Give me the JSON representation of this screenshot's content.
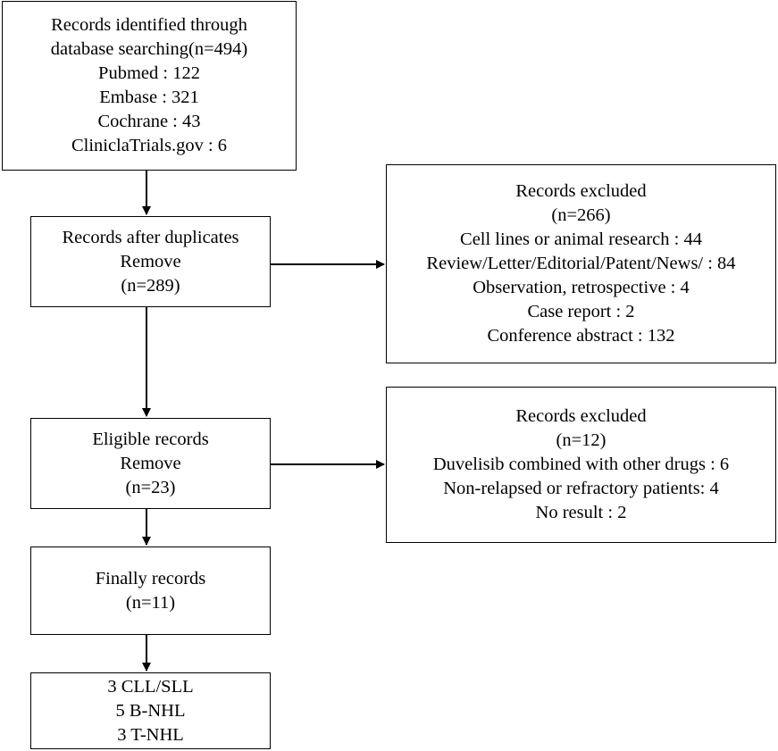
{
  "boxes": {
    "identified": {
      "lines": [
        "Records identified through",
        "database searching(n=494)",
        "Pubmed : 122",
        "Embase : 321",
        "Cochrane : 43",
        "CliniclaTrials.gov : 6"
      ]
    },
    "after_duplicates": {
      "lines": [
        "Records after duplicates",
        "Remove",
        "(n=289)"
      ]
    },
    "excluded_first": {
      "lines": [
        "Records excluded",
        "(n=266)",
        "Cell lines or animal research : 44",
        "Review/Letter/Editorial/Patent/News/ : 84",
        "Observation, retrospective : 4",
        "Case report : 2",
        "Conference abstract : 132"
      ]
    },
    "eligible": {
      "lines": [
        "Eligible records",
        "Remove",
        "(n=23)"
      ]
    },
    "excluded_second": {
      "lines": [
        "Records excluded",
        "(n=12)",
        "Duvelisib combined with other drugs : 6",
        "Non-relapsed or refractory patients: 4",
        "No result : 2"
      ]
    },
    "finally": {
      "lines": [
        "Finally records",
        "(n=11)"
      ]
    },
    "breakdown": {
      "lines": [
        "3 CLL/SLL",
        "5 B-NHL",
        "3 T-NHL"
      ]
    }
  },
  "colors": {
    "stroke": "#000000",
    "background": "#ffffff"
  }
}
